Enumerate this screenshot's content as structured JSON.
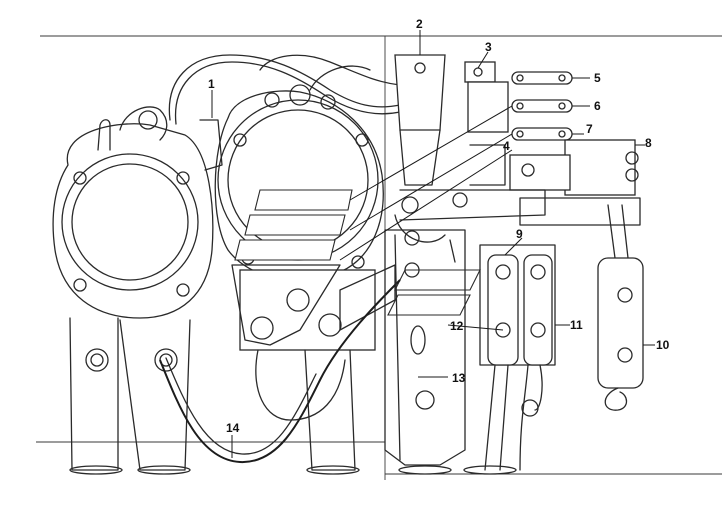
{
  "callouts": [
    {
      "id": "1",
      "label": "1"
    },
    {
      "id": "2",
      "label": "2"
    },
    {
      "id": "3",
      "label": "3"
    },
    {
      "id": "4",
      "label": "4"
    },
    {
      "id": "5",
      "label": "5"
    },
    {
      "id": "6",
      "label": "6"
    },
    {
      "id": "7",
      "label": "7"
    },
    {
      "id": "8",
      "label": "8"
    },
    {
      "id": "9",
      "label": "9"
    },
    {
      "id": "10",
      "label": "10"
    },
    {
      "id": "11",
      "label": "11"
    },
    {
      "id": "12",
      "label": "12"
    },
    {
      "id": "13",
      "label": "13"
    },
    {
      "id": "14",
      "label": "14"
    }
  ],
  "colors": {
    "line": "#2a2a2a",
    "background": "#ffffff"
  }
}
